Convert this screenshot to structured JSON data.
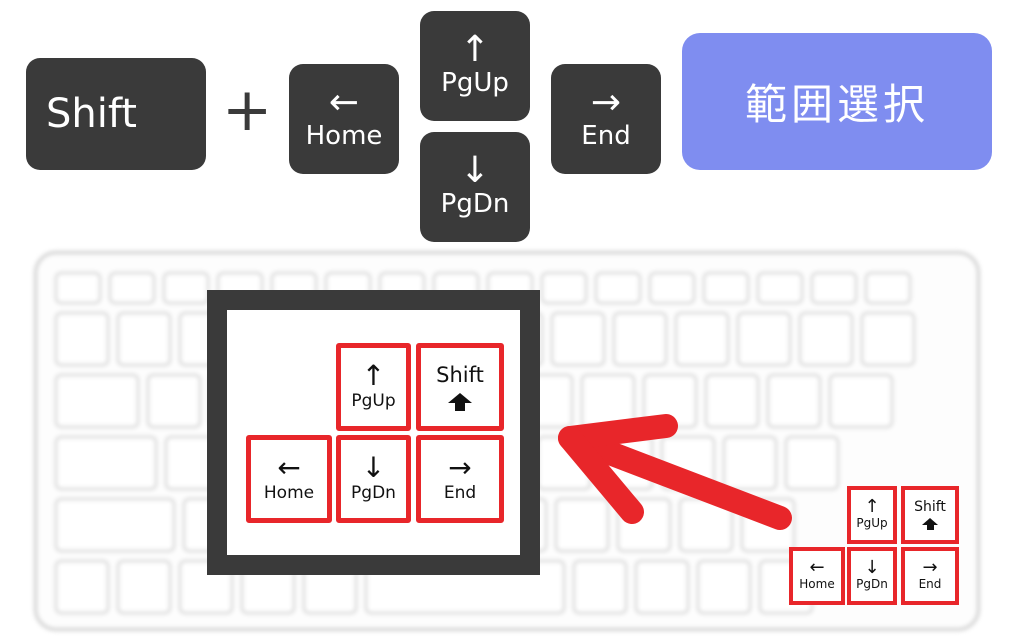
{
  "top_row": {
    "shift_label": "Shift",
    "plus_sign": "+",
    "home": {
      "arrow": "←",
      "label": "Home"
    },
    "pgup": {
      "arrow": "↑",
      "label": "PgUp"
    },
    "pgdn": {
      "arrow": "↓",
      "label": "PgDn"
    },
    "end": {
      "arrow": "→",
      "label": "End"
    },
    "badge_text": "範囲選択"
  },
  "zoom_cluster": {
    "pgup": {
      "arrow": "↑",
      "label": "PgUp"
    },
    "shift": {
      "label": "Shift"
    },
    "home": {
      "arrow": "←",
      "label": "Home"
    },
    "pgdn": {
      "arrow": "↓",
      "label": "PgDn"
    },
    "end": {
      "arrow": "→",
      "label": "End"
    }
  },
  "small_cluster": {
    "pgup": {
      "arrow": "↑",
      "label": "PgUp"
    },
    "shift": {
      "label": "Shift"
    },
    "home": {
      "arrow": "←",
      "label": "Home"
    },
    "pgdn": {
      "arrow": "↓",
      "label": "PgDn"
    },
    "end": {
      "arrow": "→",
      "label": "End"
    }
  },
  "colors": {
    "key_dark": "#3a3a3a",
    "badge": "#7f8df0",
    "highlight_red": "#e8262a"
  },
  "icons": [
    "red-pointer-arrow-icon",
    "shift-arrow-icon"
  ]
}
